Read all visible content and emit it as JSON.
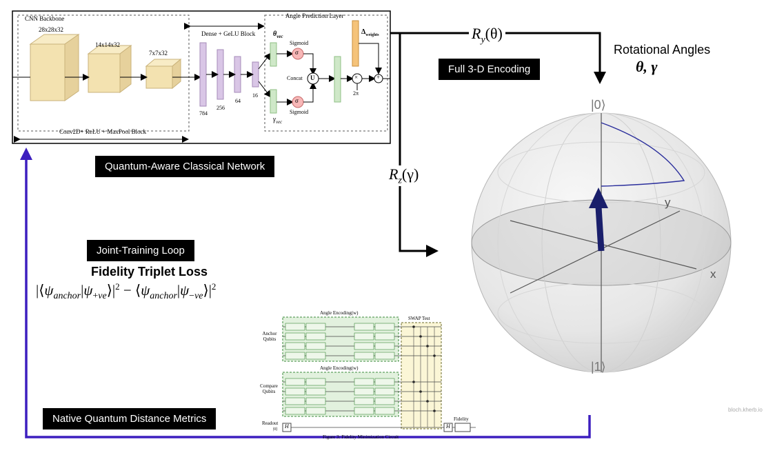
{
  "cnn": {
    "backbone_title": "CNN Backbone",
    "angle_layer_title": "Angle Prediction Layer",
    "dense_block_label": "Dense + GeLU Block",
    "conv_block_label": "Conv2D+ ReLU + MaxPool Block",
    "shape_1": "28x28x32",
    "shape_2": "14x14x32",
    "shape_3": "7x7x32",
    "dense_sizes": [
      "784",
      "256",
      "64",
      "16"
    ],
    "theta_vec": "θ",
    "theta_vec_sub": "vec",
    "gamma_vec": "γ",
    "gamma_vec_sub": "vec",
    "sigmoid": "Sigmoid",
    "sigma": "σ",
    "concat": "Concat",
    "union": "U",
    "delta": "Δ",
    "delta_sub": "weights",
    "two_pi": "2π",
    "times": "×",
    "plus": "+"
  },
  "labels": {
    "qacn": "Quantum-Aware Classical Network",
    "full_encoding": "Full 3-D Encoding",
    "joint_loop": "Joint-Training Loop",
    "native_metrics": "Native Quantum Distance Metrics",
    "fidelity_loss": "Fidelity Triplet Loss",
    "rot_angles_title": "Rotational Angles",
    "rot_angles_vals": "θ, γ"
  },
  "math": {
    "ry": "R",
    "ry_sub": "y",
    "ry_arg": "(θ)",
    "rz": "R",
    "rz_sub": "z",
    "rz_arg": "(γ)"
  },
  "bloch": {
    "ket0": "|0⟩",
    "ket1": "|1⟩",
    "axis_x": "x",
    "axis_y": "y",
    "credit": "bloch.kherb.io"
  },
  "circuit": {
    "angle_enc_top": "Angle Encoding(w)",
    "angle_enc_bottom": "Angle Encoding(w)",
    "swap_test": "SWAP Test",
    "anchor_qubits": "Anchor Qubits",
    "compare_qubits": "Compare Qubits",
    "readout": "Readout",
    "ket0_small": "|0⟩",
    "h_gate": "H",
    "fidelity": "Fidelity",
    "caption": "Figure 3: Fidelity Minimization Circuit"
  },
  "colors": {
    "loop_purple": "#3d1fbf",
    "arrow_navy": "#1a1f6b",
    "cube_fill": "#f3e2b0",
    "dense_fill": "#d9c6e6",
    "green_fill": "#cfe8c8",
    "swap_fill": "#fbf6d6",
    "delta_fill": "#f5c37a",
    "sigma_fill": "#f7b7b7"
  }
}
